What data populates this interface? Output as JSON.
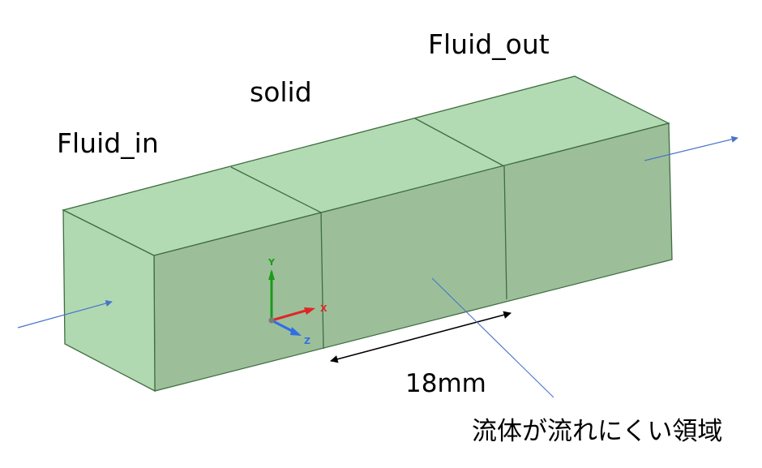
{
  "colors": {
    "box_top": "#b3dbb3",
    "box_front": "#9cbf9a",
    "box_end": "#b1d9b1",
    "edge": "#3f6d40",
    "flow_arrow": "#4a74c9",
    "callout_line": "#4a74c9",
    "axis_x": "#e02525",
    "axis_y": "#1b9a1b",
    "axis_z": "#2f6ee6"
  },
  "labels": {
    "fluid_in": "Fluid_in",
    "solid": "solid",
    "fluid_out": "Fluid_out",
    "dimension": "18mm",
    "note": "流体が流れにくい領域"
  },
  "axes": {
    "x": "X",
    "y": "Y",
    "z": "Z"
  }
}
